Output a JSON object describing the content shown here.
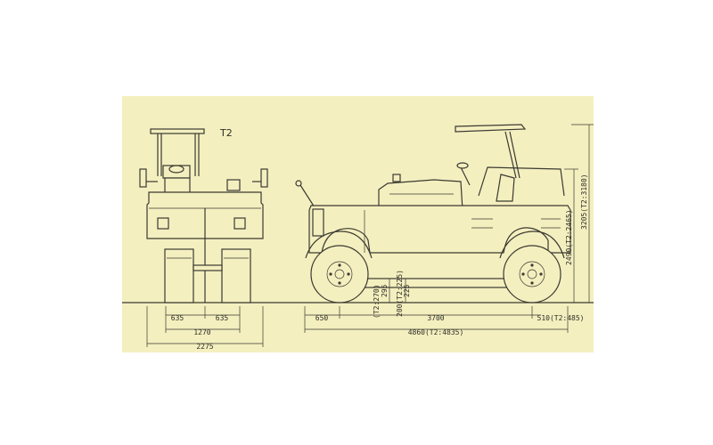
{
  "view_label": "T2",
  "front_view": {
    "dims": [
      "635",
      "635",
      "1270",
      "2275"
    ]
  },
  "side_view": {
    "horizontal_dims": [
      "650",
      "3700",
      "510(T2:485)",
      "4860(T2:4835)"
    ],
    "vertical_dims": [
      "2490(T2:2465)",
      "3205(T2:3180)",
      "295",
      "200(T2:225)",
      "(T2:270)",
      "225"
    ]
  },
  "colors": {
    "paper": "#f4efbf",
    "ink": "#3a3a32"
  }
}
